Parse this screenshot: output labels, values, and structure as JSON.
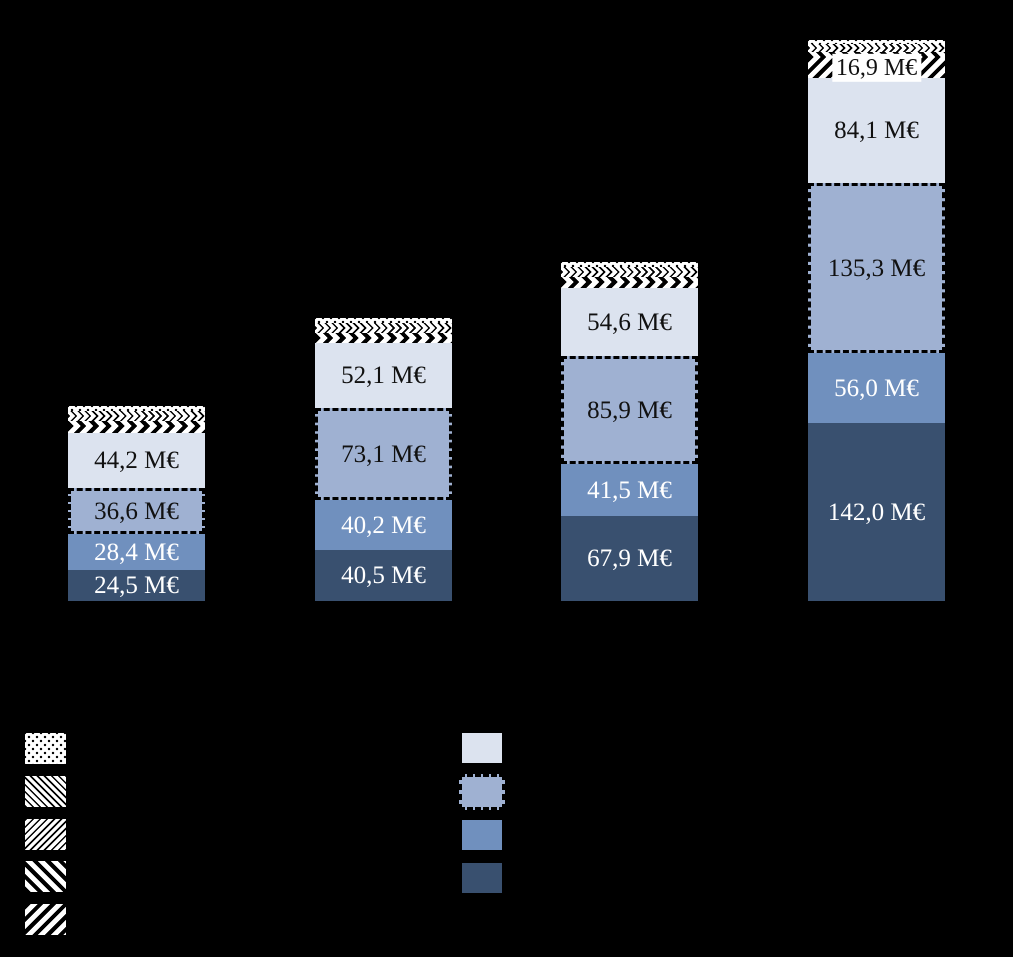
{
  "colors": {
    "background": "#000000",
    "pale_blue": "#DCE3EF",
    "dashed_fill": "#9FB1D2",
    "medium_blue": "#7090BE",
    "dark_blue": "#39506F",
    "label_dark": "#111111",
    "label_light": "#FFFFFF",
    "pattern_ink": "#000000",
    "pattern_paper": "#FFFFFF"
  },
  "chart_data": {
    "type": "bar",
    "stacked": true,
    "orientation": "vertical",
    "value_unit": "M€",
    "axes_visible": false,
    "grid": false,
    "background": "#000000",
    "categories": [
      "",
      "",
      "",
      ""
    ],
    "series": [
      {
        "name": "hatched-top-segments",
        "fill": "pattern-mix",
        "label_color": "#111111",
        "values": [
          null,
          null,
          null,
          16.9
        ],
        "labels": [
          "",
          "",
          "",
          "16,9 M€"
        ]
      },
      {
        "name": "pale-blue-segment",
        "fill": "#DCE3EF",
        "label_color": "#111111",
        "values": [
          44.2,
          52.1,
          54.6,
          84.1
        ],
        "labels": [
          "44,2 M€",
          "52,1 M€",
          "54,6 M€",
          "84,1 M€"
        ]
      },
      {
        "name": "dashed-border-segment",
        "fill": "#9FB1D2",
        "label_color": "#111111",
        "values": [
          36.6,
          73.1,
          85.9,
          135.3
        ],
        "labels": [
          "36,6 M€",
          "73,1 M€",
          "85,9 M€",
          "135,3 M€"
        ]
      },
      {
        "name": "medium-blue-segment",
        "fill": "#7090BE",
        "label_color": "#FFFFFF",
        "values": [
          28.4,
          40.2,
          41.5,
          56.0
        ],
        "labels": [
          "28,4 M€",
          "40,2 M€",
          "41,5 M€",
          "56,0 M€"
        ]
      },
      {
        "name": "dark-blue-segment",
        "fill": "#39506F",
        "label_color": "#FFFFFF",
        "values": [
          24.5,
          40.5,
          67.9,
          142.0
        ],
        "labels": [
          "24,5 M€",
          "40,5 M€",
          "67,9 M€",
          "142,0 M€"
        ]
      }
    ],
    "legend_position": "bottom"
  },
  "legend": {
    "pattern_swatches": [
      {
        "icon": "dotted-pattern-swatch"
      },
      {
        "icon": "thin-backslash-stripes-swatch"
      },
      {
        "icon": "thin-slash-stripes-swatch"
      },
      {
        "icon": "wide-backslash-stripes-swatch"
      },
      {
        "icon": "wide-slash-stripes-swatch"
      }
    ],
    "color_swatches": [
      {
        "icon": "pale-blue-swatch",
        "color": "#DCE3EF"
      },
      {
        "icon": "dashed-border-blue-swatch",
        "color": "#9FB1D2"
      },
      {
        "icon": "medium-blue-swatch",
        "color": "#7090BE"
      },
      {
        "icon": "dark-blue-swatch",
        "color": "#39506F"
      }
    ]
  }
}
